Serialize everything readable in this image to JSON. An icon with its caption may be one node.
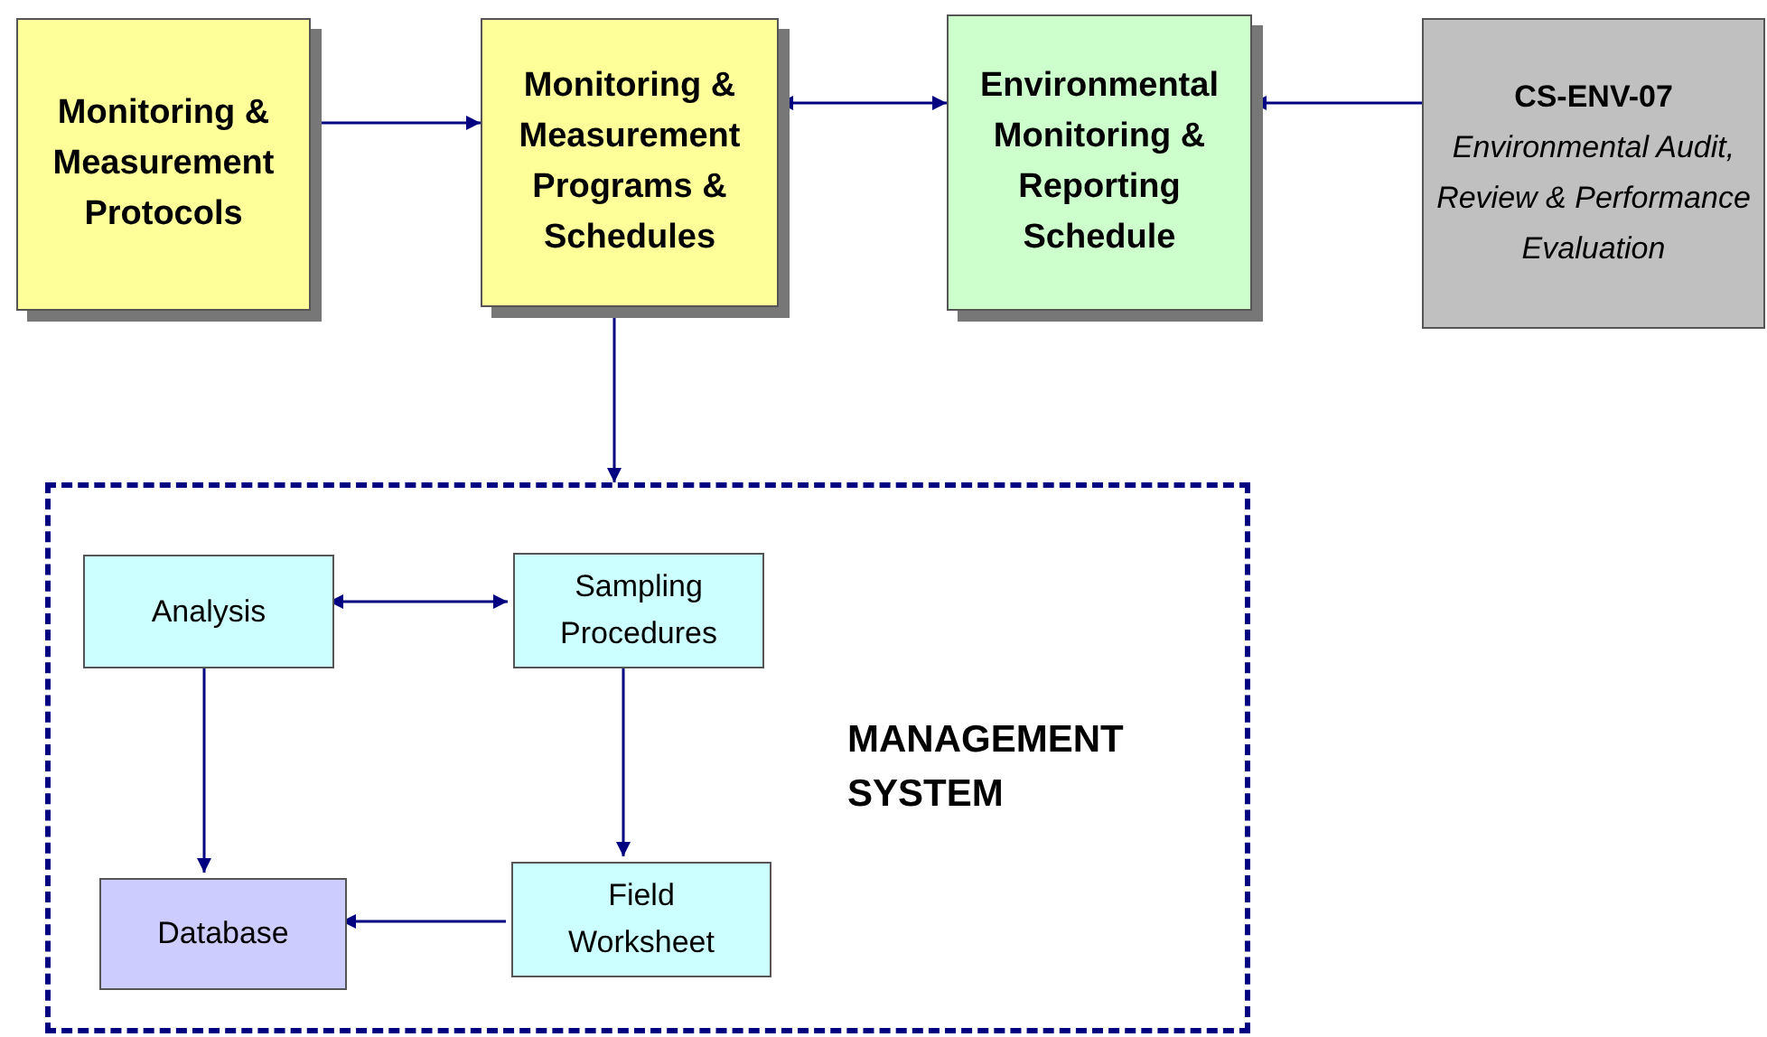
{
  "diagram": {
    "nodes": [
      {
        "text": [
          "Monitoring & Measurement Protocols"
        ]
      },
      {
        "text": [
          "Monitoring & Measurement Programs & Schedules"
        ]
      },
      {
        "text": [
          "Environmental Monitoring & Reporting Schedule"
        ]
      },
      {
        "text": [
          "CS-ENV-07",
          "Environmental Audit, Review & Performance Evaluation"
        ]
      },
      {
        "text": [
          "MANAGEMENT SYSTEM"
        ]
      },
      {
        "text": [
          "Analysis"
        ],
        "in": 4
      },
      {
        "text": [
          "Sampling Procedures"
        ],
        "in": 4
      },
      {
        "text": [
          "Database"
        ],
        "in": 4
      },
      {
        "text": [
          "Field Worksheet"
        ],
        "in": 4
      }
    ],
    "edges": [
      {
        "from": 0,
        "to": 1,
        "arrow": "to"
      },
      {
        "from": 1,
        "to": 2,
        "arrow": "both"
      },
      {
        "from": 3,
        "to": 2,
        "arrow": "to"
      },
      {
        "from": 1,
        "to": 4,
        "arrow": "to"
      },
      {
        "from": 5,
        "to": 6,
        "arrow": "both"
      },
      {
        "from": 6,
        "to": 8,
        "arrow": "to"
      },
      {
        "from": 5,
        "to": 7,
        "arrow": "to"
      },
      {
        "from": 8,
        "to": 7,
        "arrow": "to"
      }
    ]
  }
}
